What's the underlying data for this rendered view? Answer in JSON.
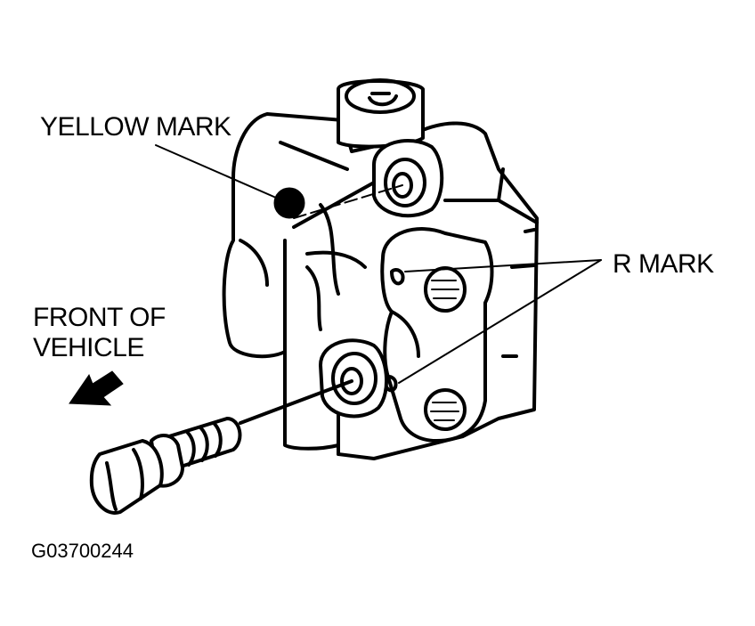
{
  "labels": {
    "yellow_mark": "YELLOW MARK",
    "r_mark": "R MARK",
    "front_line1": "FRONT OF",
    "front_line2": "VEHICLE",
    "figure_code": "G03700244"
  },
  "colors": {
    "ink": "#000000",
    "paper": "#ffffff"
  },
  "icons": {
    "direction": "arrow-down-left-icon"
  }
}
